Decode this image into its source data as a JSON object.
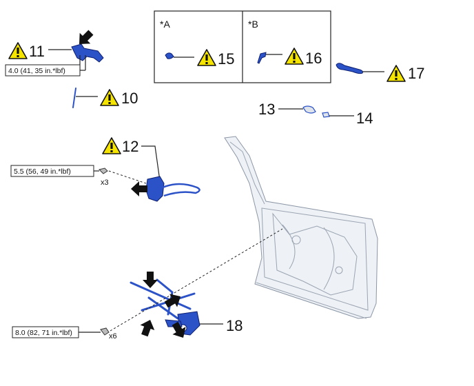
{
  "callouts": {
    "c10": "10",
    "c11": "11",
    "c12": "12",
    "c13": "13",
    "c14": "14",
    "c15": "15",
    "c16": "16",
    "c17": "17",
    "c18": "18"
  },
  "boxes": {
    "a_label": "*A",
    "b_label": "*B"
  },
  "torques": {
    "t11": "4.0 (41, 35 in.*lbf)",
    "t12": "5.5 (56, 49 in.*lbf)",
    "t18": "8.0 (82, 71 in.*lbf)"
  },
  "quantities": {
    "q12": "x3",
    "q18": "x6"
  },
  "icons": {
    "caution": "warning-triangle-icon",
    "arrow": "black-arrow-icon"
  },
  "colors": {
    "part": "#2c52c8",
    "caution_fill": "#f5e400",
    "door": "#eef1f5"
  }
}
